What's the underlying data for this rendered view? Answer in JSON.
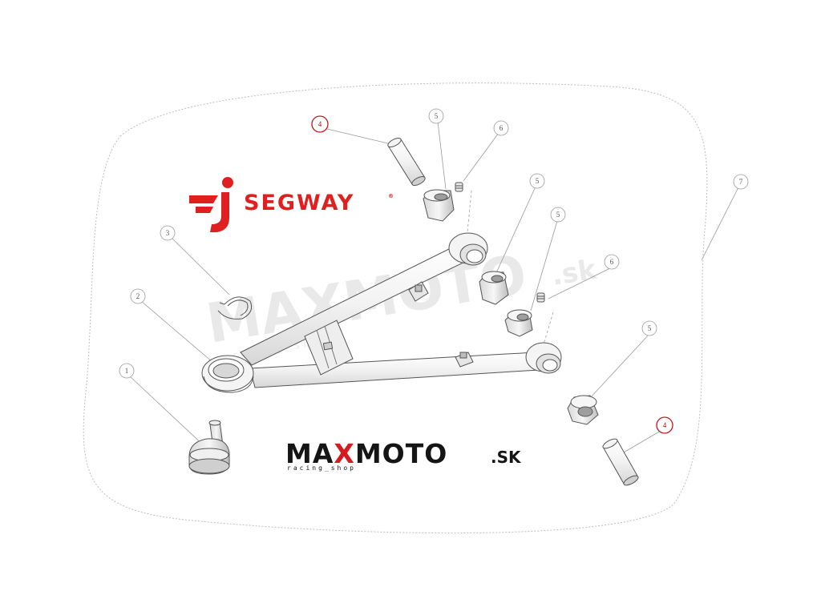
{
  "brand": {
    "name": "SEGWAY",
    "registered": "®",
    "color": "#e02020"
  },
  "watermark": {
    "main": "MAXMOTO",
    "domain": ".sk",
    "tagline": "racing_shop"
  },
  "logo": {
    "left": "MA",
    "accent": "X",
    "right": "MOTO",
    "domain": ".SK",
    "tagline": "racing_shop",
    "accent_color": "#d71920"
  },
  "highlight_color": "#c0141c",
  "callouts": [
    {
      "id": "1",
      "label": "1",
      "highlight": false
    },
    {
      "id": "2",
      "label": "2",
      "highlight": false
    },
    {
      "id": "3",
      "label": "3",
      "highlight": false
    },
    {
      "id": "4a",
      "label": "4",
      "highlight": true
    },
    {
      "id": "5a",
      "label": "5",
      "highlight": false
    },
    {
      "id": "6a",
      "label": "6",
      "highlight": false
    },
    {
      "id": "5b",
      "label": "5",
      "highlight": false
    },
    {
      "id": "5c",
      "label": "5",
      "highlight": false
    },
    {
      "id": "6b",
      "label": "6",
      "highlight": false
    },
    {
      "id": "7",
      "label": "7",
      "highlight": false
    },
    {
      "id": "5d",
      "label": "5",
      "highlight": false
    },
    {
      "id": "4b",
      "label": "4",
      "highlight": true
    }
  ]
}
